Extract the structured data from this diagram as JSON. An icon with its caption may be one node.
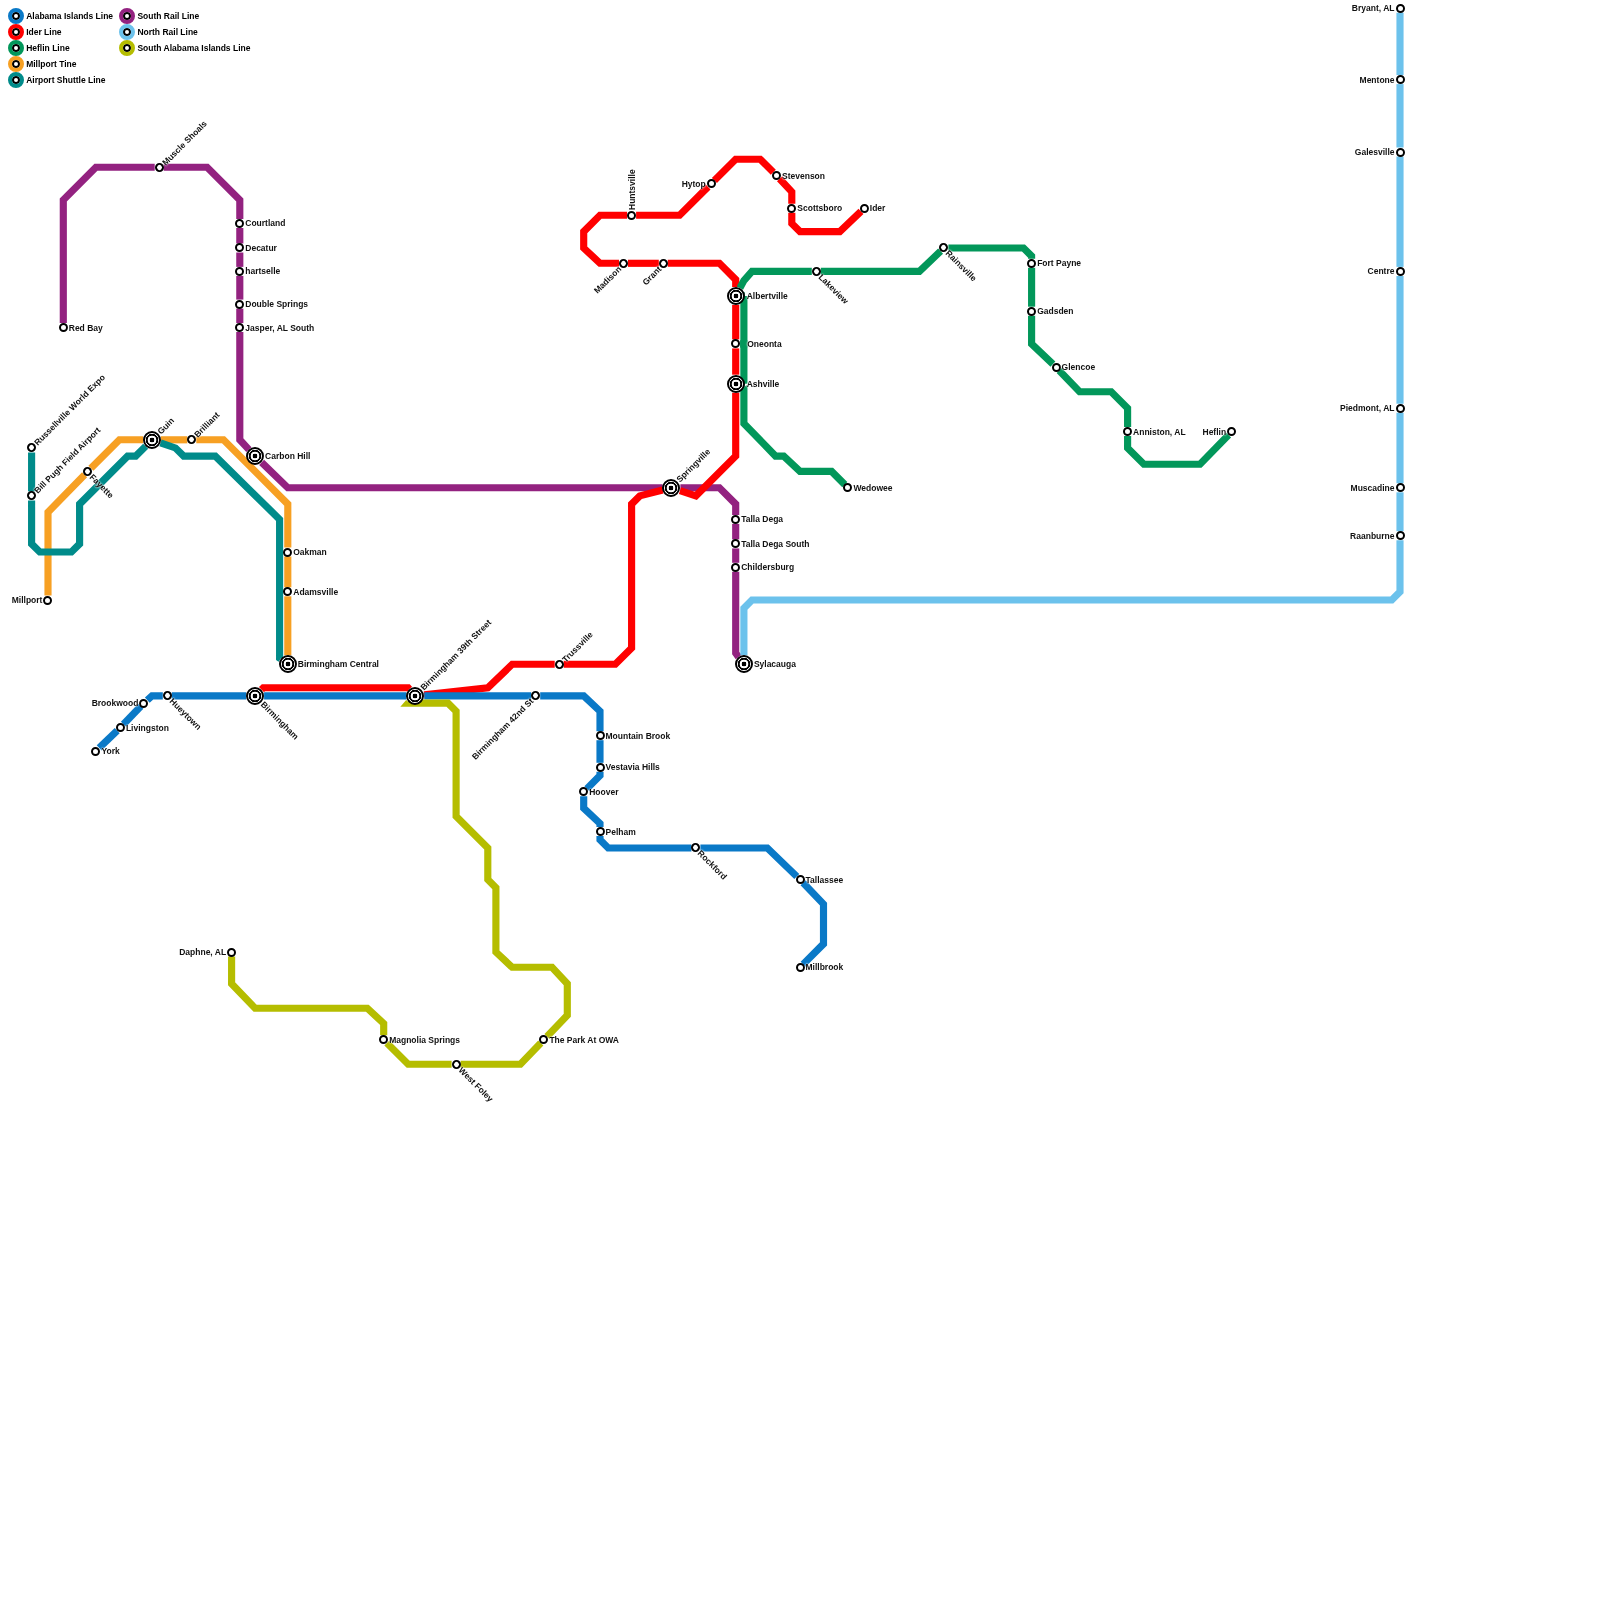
{
  "diagram": {
    "nodes": [
      {
        "text": [
          "Muscle Shoals"
        ]
      },
      {
        "text": [
          "Red Bay"
        ]
      },
      {
        "text": [
          "Courtland"
        ]
      },
      {
        "text": [
          "Decatur"
        ]
      },
      {
        "text": [
          "hartselle"
        ]
      },
      {
        "text": [
          "Double Springs"
        ]
      },
      {
        "text": [
          "Jasper, AL South"
        ]
      },
      {
        "text": [
          "Carbon Hill"
        ]
      },
      {
        "text": [
          "Springville"
        ]
      },
      {
        "text": [
          "Talla Dega"
        ]
      },
      {
        "text": [
          "Talla Dega South"
        ]
      },
      {
        "text": [
          "Childersburg"
        ]
      },
      {
        "text": [
          "Sylacauga"
        ]
      },
      {
        "text": [
          "Bryant, AL"
        ]
      },
      {
        "text": [
          "Mentone"
        ]
      },
      {
        "text": [
          "Galesville"
        ]
      },
      {
        "text": [
          "Centre"
        ]
      },
      {
        "text": [
          "Piedmont, AL"
        ]
      },
      {
        "text": [
          "Muscadine"
        ]
      },
      {
        "text": [
          "Raanburne"
        ]
      },
      {
        "text": [
          "Ider"
        ]
      },
      {
        "text": [
          "Scottsboro"
        ]
      },
      {
        "text": [
          "Stevenson"
        ]
      },
      {
        "text": [
          "Hytop"
        ]
      },
      {
        "text": [
          "Huntsville"
        ]
      },
      {
        "text": [
          "Madison"
        ]
      },
      {
        "text": [
          "Grant"
        ]
      },
      {
        "text": [
          "Albertville"
        ]
      },
      {
        "text": [
          "Oneonta"
        ]
      },
      {
        "text": [
          "Ashville"
        ]
      },
      {
        "text": [
          "Trussville"
        ]
      },
      {
        "text": [
          "Birmingham 39th Street"
        ]
      },
      {
        "text": [
          "Birmingham"
        ]
      },
      {
        "text": [
          "York"
        ]
      },
      {
        "text": [
          "Livingston"
        ]
      },
      {
        "text": [
          "Brookwood"
        ]
      },
      {
        "text": [
          "Hueytown"
        ]
      },
      {
        "text": [
          "Birmingham 42nd St"
        ]
      },
      {
        "text": [
          "Mountain Brook"
        ]
      },
      {
        "text": [
          "Vestavia Hills"
        ]
      },
      {
        "text": [
          "Hoover"
        ]
      },
      {
        "text": [
          "Pelham"
        ]
      },
      {
        "text": [
          "Rockford"
        ]
      },
      {
        "text": [
          "Tallassee"
        ]
      },
      {
        "text": [
          "Millbrook"
        ]
      },
      {
        "text": [
          "Wedowee"
        ]
      },
      {
        "text": [
          "Lakeview"
        ]
      },
      {
        "text": [
          "Rainsville"
        ]
      },
      {
        "text": [
          "Fort Payne"
        ]
      },
      {
        "text": [
          "Gadsden"
        ]
      },
      {
        "text": [
          "Glencoe"
        ]
      },
      {
        "text": [
          "Anniston, AL"
        ]
      },
      {
        "text": [
          "Heflin"
        ]
      },
      {
        "text": [
          "Millport"
        ]
      },
      {
        "text": [
          "Fayette"
        ]
      },
      {
        "text": [
          "Guin"
        ]
      },
      {
        "text": [
          "Brilliant"
        ]
      },
      {
        "text": [
          "Oakman"
        ]
      },
      {
        "text": [
          "Adamsville"
        ]
      },
      {
        "text": [
          "Birmingham Central"
        ]
      },
      {
        "text": [
          "Russellville World Expo"
        ]
      },
      {
        "text": [
          "Bill Pugh Field Airport"
        ]
      },
      {
        "text": [
          "The Park At OWA"
        ]
      },
      {
        "text": [
          "West Foley"
        ]
      },
      {
        "text": [
          "Magnolia Springs"
        ]
      },
      {
        "text": [
          "Daphne, AL"
        ]
      }
    ],
    "edges": [
      {
        "from": 1,
        "to": 0,
        "arrow": "none",
        "color": "#932280"
      },
      {
        "from": 0,
        "to": 2,
        "arrow": "none",
        "color": "#932280"
      },
      {
        "from": 2,
        "to": 3,
        "arrow": "none",
        "color": "#932280"
      },
      {
        "from": 3,
        "to": 4,
        "arrow": "none",
        "color": "#932280"
      },
      {
        "from": 4,
        "to": 5,
        "arrow": "none",
        "color": "#932280"
      },
      {
        "from": 5,
        "to": 6,
        "arrow": "none",
        "color": "#932280"
      },
      {
        "from": 6,
        "to": 7,
        "arrow": "none",
        "color": "#932280"
      },
      {
        "from": 7,
        "to": 8,
        "arrow": "none",
        "color": "#932280"
      },
      {
        "from": 8,
        "to": 9,
        "arrow": "none",
        "color": "#932280"
      },
      {
        "from": 9,
        "to": 10,
        "arrow": "none",
        "color": "#932280"
      },
      {
        "from": 10,
        "to": 11,
        "arrow": "none",
        "color": "#932280"
      },
      {
        "from": 11,
        "to": 12,
        "arrow": "none",
        "color": "#932280"
      },
      {
        "from": 13,
        "to": 14,
        "arrow": "none",
        "color": "#6cc2ec"
      },
      {
        "from": 14,
        "to": 15,
        "arrow": "none",
        "color": "#6cc2ec"
      },
      {
        "from": 15,
        "to": 16,
        "arrow": "none",
        "color": "#6cc2ec"
      },
      {
        "from": 16,
        "to": 17,
        "arrow": "none",
        "color": "#6cc2ec"
      },
      {
        "from": 17,
        "to": 18,
        "arrow": "none",
        "color": "#6cc2ec"
      },
      {
        "from": 18,
        "to": 19,
        "arrow": "none",
        "color": "#6cc2ec"
      },
      {
        "from": 19,
        "to": 12,
        "arrow": "none",
        "color": "#6cc2ec"
      },
      {
        "from": 20,
        "to": 21,
        "arrow": "none",
        "color": "#ff0000"
      },
      {
        "from": 21,
        "to": 22,
        "arrow": "none",
        "color": "#ff0000"
      },
      {
        "from": 22,
        "to": 23,
        "arrow": "none",
        "color": "#ff0000"
      },
      {
        "from": 23,
        "to": 24,
        "arrow": "none",
        "color": "#ff0000"
      },
      {
        "from": 24,
        "to": 25,
        "arrow": "none",
        "color": "#ff0000"
      },
      {
        "from": 25,
        "to": 26,
        "arrow": "none",
        "color": "#ff0000"
      },
      {
        "from": 26,
        "to": 27,
        "arrow": "none",
        "color": "#ff0000"
      },
      {
        "from": 27,
        "to": 28,
        "arrow": "none",
        "color": "#ff0000"
      },
      {
        "from": 28,
        "to": 29,
        "arrow": "none",
        "color": "#ff0000"
      },
      {
        "from": 29,
        "to": 8,
        "arrow": "none",
        "color": "#ff0000"
      },
      {
        "from": 8,
        "to": 30,
        "arrow": "none",
        "color": "#ff0000"
      },
      {
        "from": 30,
        "to": 31,
        "arrow": "none",
        "color": "#ff0000"
      },
      {
        "from": 31,
        "to": 32,
        "arrow": "none",
        "color": "#ff0000"
      },
      {
        "from": 33,
        "to": 34,
        "arrow": "none",
        "color": "#0a79c7"
      },
      {
        "from": 34,
        "to": 35,
        "arrow": "none",
        "color": "#0a79c7"
      },
      {
        "from": 35,
        "to": 36,
        "arrow": "none",
        "color": "#0a79c7"
      },
      {
        "from": 36,
        "to": 32,
        "arrow": "none",
        "color": "#0a79c7"
      },
      {
        "from": 32,
        "to": 31,
        "arrow": "none",
        "color": "#0a79c7"
      },
      {
        "from": 31,
        "to": 37,
        "arrow": "none",
        "color": "#0a79c7"
      },
      {
        "from": 37,
        "to": 38,
        "arrow": "none",
        "color": "#0a79c7"
      },
      {
        "from": 38,
        "to": 39,
        "arrow": "none",
        "color": "#0a79c7"
      },
      {
        "from": 39,
        "to": 40,
        "arrow": "none",
        "color": "#0a79c7"
      },
      {
        "from": 40,
        "to": 41,
        "arrow": "none",
        "color": "#0a79c7"
      },
      {
        "from": 41,
        "to": 42,
        "arrow": "none",
        "color": "#0a79c7"
      },
      {
        "from": 42,
        "to": 43,
        "arrow": "none",
        "color": "#0a79c7"
      },
      {
        "from": 43,
        "to": 44,
        "arrow": "none",
        "color": "#0a79c7"
      },
      {
        "from": 45,
        "to": 29,
        "arrow": "none",
        "color": "#02975a"
      },
      {
        "from": 29,
        "to": 28,
        "arrow": "none",
        "color": "#02975a"
      },
      {
        "from": 28,
        "to": 27,
        "arrow": "none",
        "color": "#02975a"
      },
      {
        "from": 27,
        "to": 46,
        "arrow": "none",
        "color": "#02975a"
      },
      {
        "from": 46,
        "to": 47,
        "arrow": "none",
        "color": "#02975a"
      },
      {
        "from": 47,
        "to": 48,
        "arrow": "none",
        "color": "#02975a"
      },
      {
        "from": 48,
        "to": 49,
        "arrow": "none",
        "color": "#02975a"
      },
      {
        "from": 49,
        "to": 50,
        "arrow": "none",
        "color": "#02975a"
      },
      {
        "from": 50,
        "to": 51,
        "arrow": "none",
        "color": "#02975a"
      },
      {
        "from": 51,
        "to": 52,
        "arrow": "none",
        "color": "#02975a"
      },
      {
        "from": 53,
        "to": 54,
        "arrow": "none",
        "color": "#f7a023"
      },
      {
        "from": 54,
        "to": 55,
        "arrow": "none",
        "color": "#f7a023"
      },
      {
        "from": 55,
        "to": 56,
        "arrow": "none",
        "color": "#f7a023"
      },
      {
        "from": 56,
        "to": 57,
        "arrow": "none",
        "color": "#f7a023"
      },
      {
        "from": 57,
        "to": 58,
        "arrow": "none",
        "color": "#f7a023"
      },
      {
        "from": 58,
        "to": 59,
        "arrow": "none",
        "color": "#f7a023"
      },
      {
        "from": 60,
        "to": 61,
        "arrow": "none",
        "color": "#008b8a"
      },
      {
        "from": 61,
        "to": 55,
        "arrow": "none",
        "color": "#008b8a"
      },
      {
        "from": 55,
        "to": 59,
        "arrow": "none",
        "color": "#008b8a"
      },
      {
        "from": 31,
        "to": 62,
        "arrow": "none",
        "color": "#b5bd00"
      },
      {
        "from": 62,
        "to": 63,
        "arrow": "none",
        "color": "#b5bd00"
      },
      {
        "from": 63,
        "to": 64,
        "arrow": "none",
        "color": "#b5bd00"
      },
      {
        "from": 64,
        "to": 65,
        "arrow": "none",
        "color": "#b5bd00"
      }
    ],
    "legend": [
      {
        "text": "Alabama Islands Line",
        "color": "#0a79c7"
      },
      {
        "text": "Ider Line",
        "color": "#ff0000"
      },
      {
        "text": "Heflin Line",
        "color": "#02975a"
      },
      {
        "text": "Millport Tine",
        "color": "#f7a023"
      },
      {
        "text": "Airport Shuttle Line",
        "color": "#008b8a"
      },
      {
        "text": "South Rail Line",
        "color": "#932280"
      },
      {
        "text": "North Rail Line",
        "color": "#6cc2ec"
      },
      {
        "text": "South Alabama Islands Line",
        "color": "#b5bd00"
      }
    ]
  }
}
